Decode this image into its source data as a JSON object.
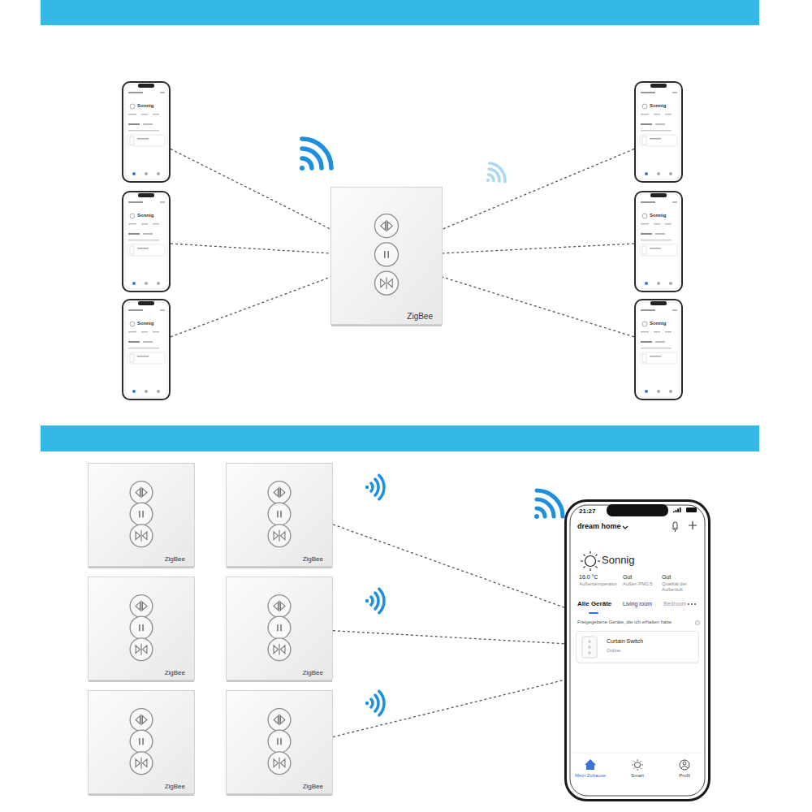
{
  "diagram": {
    "nodes": [
      {
        "text": [
          "ZigBee"
        ]
      },
      {
        "text": [
          "Sonnig"
        ]
      },
      {
        "text": [
          "Sonnig"
        ]
      },
      {
        "text": [
          "Sonnig"
        ]
      },
      {
        "text": [
          "Sonnig"
        ]
      },
      {
        "text": [
          "Sonnig"
        ]
      },
      {
        "text": [
          "Sonnig"
        ]
      },
      {
        "text": [
          "ZigBee"
        ]
      },
      {
        "text": [
          "ZigBee"
        ]
      },
      {
        "text": [
          "ZigBee"
        ]
      },
      {
        "text": [
          "ZigBee"
        ]
      },
      {
        "text": [
          "ZigBee"
        ]
      },
      {
        "text": [
          "ZigBee"
        ]
      },
      {
        "text": [
          "21:27",
          "dream home",
          "Sonnig",
          "16.0 °C",
          "Außentemperatur",
          "Gut",
          "Außen PM2.5",
          "Gut",
          "Qualität der Außenluft",
          "Alle Geräte",
          "Living room",
          "Bedroom",
          "Freigegebene Geräte, die ich erhalten habe",
          "Mein Zuhause",
          "Smart",
          "Profil"
        ]
      },
      {
        "text": [
          "Curtain Switch",
          "Online"
        ],
        "in": 13
      }
    ],
    "edges": [
      {
        "from": 1,
        "to": 0,
        "arrow": "none"
      },
      {
        "from": 2,
        "to": 0,
        "arrow": "none"
      },
      {
        "from": 3,
        "to": 0,
        "arrow": "none"
      },
      {
        "from": 4,
        "to": 0,
        "arrow": "none"
      },
      {
        "from": 5,
        "to": 0,
        "arrow": "none"
      },
      {
        "from": 6,
        "to": 0,
        "arrow": "none"
      },
      {
        "from": 8,
        "to": 13,
        "arrow": "none"
      },
      {
        "from": 10,
        "to": 13,
        "arrow": "none"
      },
      {
        "from": 12,
        "to": 13,
        "arrow": "none"
      }
    ]
  }
}
